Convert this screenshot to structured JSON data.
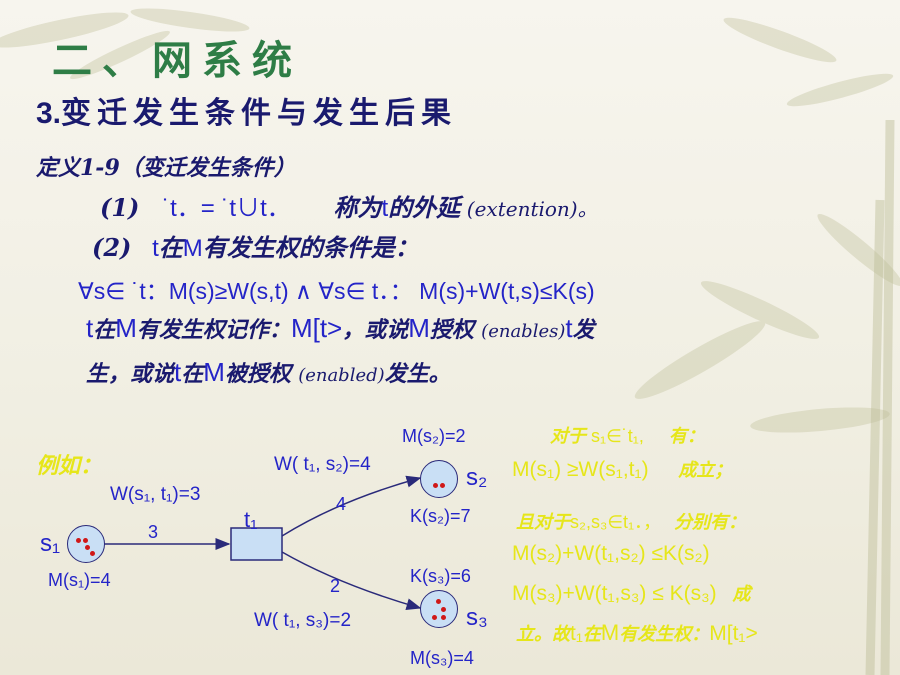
{
  "slide": {
    "title": "二、网系统",
    "subtitle_num": "3.",
    "subtitle": "变迁发生条件与发生后果",
    "def_heading": "定义1-9（变迁发生条件）",
    "line1_prefix": "(1)",
    "line1_formula": "˙t．= ˙t∪t．",
    "line1_text": "称为",
    "line1_t": "t",
    "line1_text2": "的外延",
    "line1_en": "(extention)。",
    "line2_prefix": "(2)",
    "line2_t": "t",
    "line2_text": "在",
    "line2_M": "M",
    "line2_text2": "有发生权的条件是：",
    "condition": "∀s∈ ˙t：M(s)≥W(s,t) ∧ ∀s∈ t．： M(s)+W(t,s)≤K(s)",
    "line3_t": "t",
    "line3_text1": "在",
    "line3_M": "M",
    "line3_text2": "有发生权记作：",
    "line3_formula": "M[t>",
    "line3_text3": "，或说",
    "line3_M2": "M",
    "line3_text4": "授权",
    "line3_en": "(enables)",
    "line3_t2": "t",
    "line3_text5": "发",
    "line4_text1": "生，或说",
    "line4_t": "t",
    "line4_text2": "在",
    "line4_M": "M",
    "line4_text3": "被授权",
    "line4_en": "(enabled)",
    "line4_text4": "发生。"
  },
  "example": {
    "label": "例如：",
    "w_s1_t1": "W(s₁, t₁)=3",
    "arc_3": "3",
    "s1": "s₁",
    "m_s1": "M(s₁)=4",
    "t1": "t₁",
    "w_t1_s2": "W( t₁, s₂)=4",
    "arc_4": "4",
    "m_s2": "M(s₂)=2",
    "s2": "s₂",
    "k_s2": "K(s₂)=7",
    "arc_2": "2",
    "w_t1_s3": "W( t₁, s₃)=2",
    "k_s3": "K(s₃)=6",
    "s3": "s₃",
    "m_s3": "M(s₃)=4"
  },
  "analysis": {
    "line1a": "对于",
    "line1b": "s₁∈˙t₁,",
    "line1c": "有：",
    "line2a": "M(s₁) ≥W(s₁,t₁)",
    "line2b": "成立；",
    "line3a": "且对于",
    "line3b": "s₂,s₃∈t₁．，",
    "line3c": "分别有：",
    "line4": "M(s₂)+W(t₁,s₂) ≤K(s₂)",
    "line5a": "M(s₃)+W(t₁,s₃) ≤ K(s₃)",
    "line5b": "成",
    "line6a": "立。故",
    "line6b": "t₁",
    "line6c": "在",
    "line6d": "M",
    "line6e": "有发生权：",
    "line6f": "M[t₁>"
  },
  "colors": {
    "title": "#2e7d46",
    "text_navy": "#1a1a6e",
    "text_blue": "#2424c8",
    "highlight_yellow": "#e6e61a",
    "token_red": "#d01818",
    "place_fill": "#c9dff5"
  }
}
